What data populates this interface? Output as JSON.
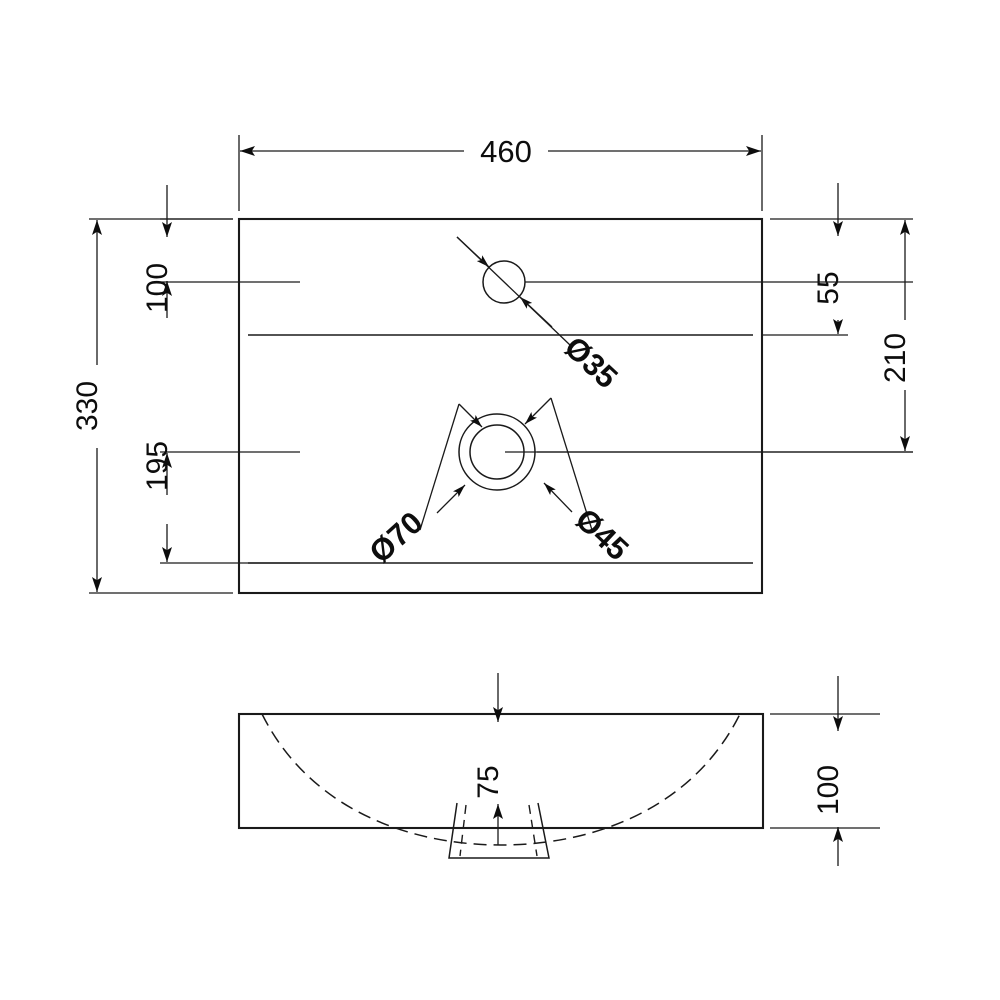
{
  "drawing": {
    "title": "Washbasin technical drawing",
    "units_note": "",
    "line_color": "#1a1a1a",
    "text_color": "#0d0d0d",
    "background": "#ffffff",
    "views": [
      {
        "name": "plan-view",
        "label": ""
      },
      {
        "name": "section-view",
        "label": ""
      }
    ]
  },
  "plan_view": {
    "name": "top-plan-view",
    "dimensions": {
      "overall_width": "460",
      "overall_depth": "330",
      "tap_hole_from_rear": "100",
      "drain_from_rear": "195",
      "rear_ledge_to_tap_hole": "55",
      "rear_ledge_to_drain": "210"
    },
    "holes": [
      {
        "name": "tap-hole",
        "diameter_label": "Ø35"
      },
      {
        "name": "drain-outer",
        "diameter_label": "Ø70"
      },
      {
        "name": "drain-inner",
        "diameter_label": "Ø45"
      }
    ]
  },
  "section_view": {
    "name": "front-section-view",
    "dimensions": {
      "bowl_depth": "75",
      "body_height": "100"
    }
  },
  "labels": {
    "width_460": "460",
    "depth_330": "330",
    "dim_100_top": "100",
    "dim_195": "195",
    "dim_55": "55",
    "dim_210": "210",
    "dia_35": "Ø35",
    "dia_70": "Ø70",
    "dia_45": "Ø45",
    "dim_75": "75",
    "dim_100_section": "100"
  }
}
